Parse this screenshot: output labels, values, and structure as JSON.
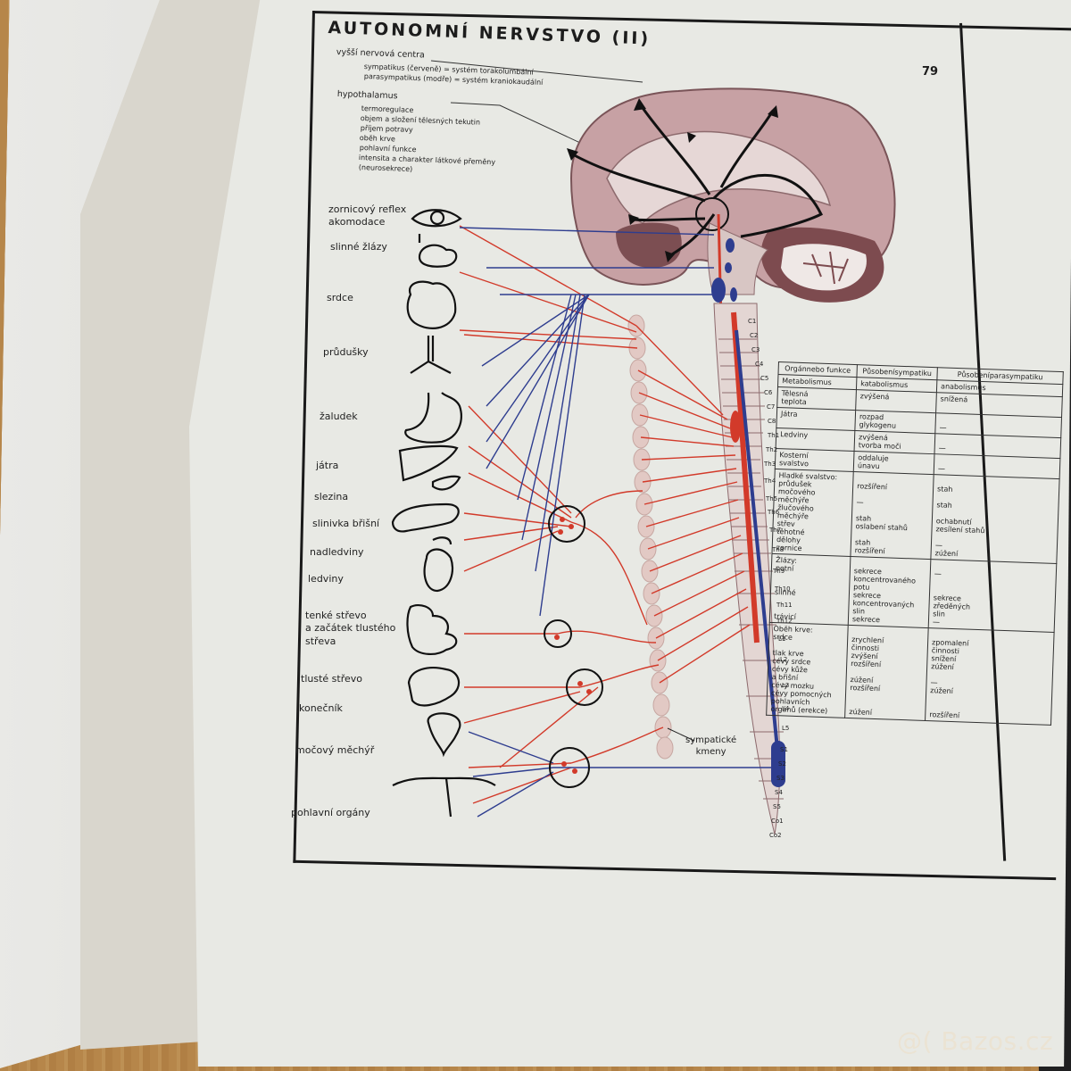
{
  "page": {
    "title": "AUTONOMNÍ NERVSTVO (II)",
    "page_number": "79"
  },
  "legend": {
    "higher_centers_label": "vyšší nervová centra",
    "sympathetic_note": "sympatikus (červeně) = systém torakolumbální",
    "parasympathetic_note": "parasympatikus (modře) = systém kraniokaudální",
    "hypothalamus_label": "hypothalamus",
    "hypothalamus_functions": [
      "termoregulace",
      "objem a složení tělesných tekutin",
      "příjem potravy",
      "oběh krve",
      "pohlavní funkce",
      "intensita a charakter látkové přeměny",
      "(neurosekrece)"
    ]
  },
  "organs": [
    {
      "label": "zornicový reflex\nakomodace",
      "line1": "zornicový reflex",
      "line2": "akomodace"
    },
    {
      "line1": "slinné žlázy"
    },
    {
      "line1": "srdce"
    },
    {
      "line1": "průdušky"
    },
    {
      "line1": "žaludek"
    },
    {
      "line1": "játra"
    },
    {
      "line1": "slezina"
    },
    {
      "line1": "slinivka břišní"
    },
    {
      "line1": "nadledviny"
    },
    {
      "line1": "ledviny"
    },
    {
      "line1": "tenké střevo",
      "line2": "a začátek tlustého",
      "line3": "střeva"
    },
    {
      "line1": "tlusté střevo"
    },
    {
      "line1": "konečník"
    },
    {
      "line1": "močový měchýř"
    },
    {
      "line1": "pohlavní orgány"
    }
  ],
  "spinal_segments": [
    "C1",
    "C2",
    "C3",
    "C4",
    "C5",
    "C6",
    "C7",
    "C8",
    "Th1",
    "Th2",
    "Th3",
    "Th4",
    "Th5",
    "Th6",
    "Th7",
    "Th8",
    "Th9",
    "Th10",
    "Th11",
    "Th12",
    "L1",
    "L2",
    "L3",
    "L4",
    "L5",
    "S1",
    "S2",
    "S3",
    "S4",
    "S5",
    "Co1",
    "Co2"
  ],
  "sympathetic_trunk_label": {
    "line1": "sympatické",
    "line2": "kmeny"
  },
  "colors": {
    "sympathetic": "#d23a2a",
    "parasympathetic": "#2e3d8f",
    "brain": "#c9a3a6",
    "paper": "#e8e9e4"
  },
  "table": {
    "headers": [
      "Orgán\nnebo funkce",
      "Působení\nsympatiku",
      "Působení\nparasympatiku"
    ],
    "header_lines": [
      [
        "Orgán",
        "nebo funkce"
      ],
      [
        "Působení",
        "sympatiku"
      ],
      [
        "Působení",
        "parasympatiku"
      ]
    ],
    "rows": [
      {
        "organ": [
          "Metabolismus"
        ],
        "symp": [
          "katabolismus"
        ],
        "para": [
          "anabolismus"
        ]
      },
      {
        "organ": [
          "Tělesná",
          "teplota"
        ],
        "symp": [
          "zvýšená"
        ],
        "para": [
          "snížená"
        ]
      },
      {
        "organ": [
          "Játra"
        ],
        "symp": [
          "rozpad",
          "glykogenu"
        ],
        "para": [
          "—"
        ]
      },
      {
        "organ": [
          "Ledviny"
        ],
        "symp": [
          "zvýšená",
          "tvorba moči"
        ],
        "para": [
          "—"
        ]
      },
      {
        "organ": [
          "Kosterní",
          "svalstvo"
        ],
        "symp": [
          "oddaluje",
          "únavu"
        ],
        "para": [
          "—"
        ]
      },
      {
        "organ": [
          "Hladké svalstvo:",
          "průdušek",
          "močového",
          "měchýře",
          "žlučového",
          "měchýře",
          "střev",
          "těhotné",
          "dělohy",
          "zornice"
        ],
        "symp": [
          "rozšíření",
          "",
          "—",
          "",
          "",
          "stah",
          "oslabení stahů",
          "",
          "stah",
          "rozšíření"
        ],
        "para": [
          "stah",
          "",
          "stah",
          "",
          "",
          "ochabnutí",
          "zesílení stahů",
          "",
          "—",
          "zúžení"
        ]
      },
      {
        "organ": [
          "Žlázy:",
          "potní",
          "",
          "",
          "slinné",
          "",
          "",
          "trávicí"
        ],
        "symp": [
          "",
          "sekrece",
          "koncentrovaného",
          "potu",
          "sekrece",
          "koncentrovaných",
          "slin",
          "sekrece"
        ],
        "para": [
          "",
          "—",
          "",
          "",
          "sekrece",
          "zředěných",
          "slin",
          "—"
        ]
      },
      {
        "organ": [
          "Oběh krve:",
          "srdce",
          "",
          "tlak krve",
          "cévy srdce",
          "cévy kůže",
          "a břišní",
          "cévy mozku",
          "cévy pomocných",
          "pohlavních",
          "orgánů (erekce)"
        ],
        "symp": [
          "",
          "zrychlení",
          "činnosti",
          "zvýšení",
          "rozšíření",
          "",
          "zúžení",
          "rozšíření",
          "",
          "",
          "zúžení"
        ],
        "para": [
          "",
          "zpomalení",
          "činnosti",
          "snížení",
          "zúžení",
          "",
          "—",
          "zúžení",
          "",
          "",
          "rozšíření"
        ]
      }
    ]
  },
  "watermark": "@( Bazos.cz"
}
